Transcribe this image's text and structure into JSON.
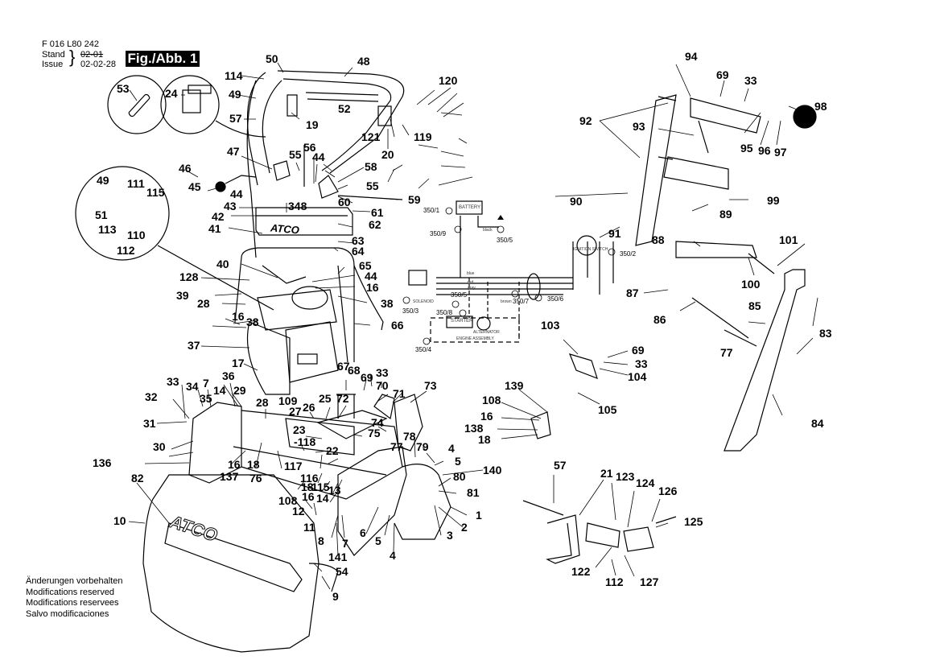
{
  "header": {
    "doc_number": "F 016 L80 242",
    "stand_label": "Stand",
    "issue_label": "Issue",
    "old_date": "02-01",
    "issue_date": "02-02-28",
    "figure_label": "Fig./Abb. 1"
  },
  "footer": {
    "lines": [
      "Änderungen vorbehalten",
      "Modifications reserved",
      "Modifications reservees",
      "Salvo modificaciones"
    ]
  },
  "brand": "ATCO",
  "wiring": {
    "battery": "BATTERY",
    "starter": "STARTER",
    "alternator": "ALTERNATOR",
    "engine_assembly": "ENGINE ASSEMBLY",
    "solenoid": "SOLENOID",
    "ignition_switch": "IGNITION SWITCH",
    "wires": [
      "black",
      "blue",
      "red",
      "gray",
      "black",
      "red",
      "brown",
      "black"
    ],
    "refs": [
      "350/1",
      "350/9",
      "350/5",
      "350/2",
      "350/3",
      "350/5",
      "350/8",
      "350/7",
      "350/6",
      "350/4"
    ]
  },
  "labels": [
    {
      "id": "50",
      "t": "50"
    },
    {
      "id": "48",
      "t": "48"
    },
    {
      "id": "114",
      "t": "114"
    },
    {
      "id": "49a",
      "t": "49"
    },
    {
      "id": "52",
      "t": "52"
    },
    {
      "id": "57a",
      "t": "57"
    },
    {
      "id": "19",
      "t": "19"
    },
    {
      "id": "120",
      "t": "120"
    },
    {
      "id": "121",
      "t": "121"
    },
    {
      "id": "119",
      "t": "119"
    },
    {
      "id": "20",
      "t": "20"
    },
    {
      "id": "53",
      "t": "53"
    },
    {
      "id": "24",
      "t": "24"
    },
    {
      "id": "47",
      "t": "47"
    },
    {
      "id": "56",
      "t": "56"
    },
    {
      "id": "55a",
      "t": "55"
    },
    {
      "id": "44a",
      "t": "44"
    },
    {
      "id": "58",
      "t": "58"
    },
    {
      "id": "46",
      "t": "46"
    },
    {
      "id": "45",
      "t": "45"
    },
    {
      "id": "44b",
      "t": "44"
    },
    {
      "id": "55b",
      "t": "55"
    },
    {
      "id": "60",
      "t": "60"
    },
    {
      "id": "59",
      "t": "59"
    },
    {
      "id": "43",
      "t": "43"
    },
    {
      "id": "348",
      "t": "348"
    },
    {
      "id": "61",
      "t": "61"
    },
    {
      "id": "42",
      "t": "42"
    },
    {
      "id": "62",
      "t": "62"
    },
    {
      "id": "41",
      "t": "41"
    },
    {
      "id": "63",
      "t": "63"
    },
    {
      "id": "64",
      "t": "64"
    },
    {
      "id": "40",
      "t": "40"
    },
    {
      "id": "65",
      "t": "65"
    },
    {
      "id": "44c",
      "t": "44"
    },
    {
      "id": "16a",
      "t": "16"
    },
    {
      "id": "128",
      "t": "128"
    },
    {
      "id": "39",
      "t": "39"
    },
    {
      "id": "38a",
      "t": "38"
    },
    {
      "id": "28a",
      "t": "28"
    },
    {
      "id": "16b",
      "t": "16"
    },
    {
      "id": "38b",
      "t": "38"
    },
    {
      "id": "66",
      "t": "66"
    },
    {
      "id": "37",
      "t": "37"
    },
    {
      "id": "17",
      "t": "17"
    },
    {
      "id": "109",
      "t": "109"
    },
    {
      "id": "67",
      "t": "67"
    },
    {
      "id": "68",
      "t": "68"
    },
    {
      "id": "69a",
      "t": "69"
    },
    {
      "id": "33a",
      "t": "33"
    },
    {
      "id": "70",
      "t": "70"
    },
    {
      "id": "71",
      "t": "71"
    },
    {
      "id": "73",
      "t": "73"
    },
    {
      "id": "72",
      "t": "72"
    },
    {
      "id": "74",
      "t": "74"
    },
    {
      "id": "75",
      "t": "75"
    },
    {
      "id": "25",
      "t": "25"
    },
    {
      "id": "26",
      "t": "26"
    },
    {
      "id": "27",
      "t": "27"
    },
    {
      "id": "28b",
      "t": "28"
    },
    {
      "id": "33b",
      "t": "33"
    },
    {
      "id": "34",
      "t": "34"
    },
    {
      "id": "7a",
      "t": "7"
    },
    {
      "id": "36",
      "t": "36"
    },
    {
      "id": "14a",
      "t": "14"
    },
    {
      "id": "35",
      "t": "35"
    },
    {
      "id": "29",
      "t": "29"
    },
    {
      "id": "32",
      "t": "32"
    },
    {
      "id": "31",
      "t": "31"
    },
    {
      "id": "30",
      "t": "30"
    },
    {
      "id": "23",
      "t": "23"
    },
    {
      "id": "118",
      "t": "-118"
    },
    {
      "id": "22",
      "t": "22"
    },
    {
      "id": "136",
      "t": "136"
    },
    {
      "id": "16c",
      "t": "16"
    },
    {
      "id": "18a",
      "t": "18"
    },
    {
      "id": "76",
      "t": "76"
    },
    {
      "id": "117",
      "t": "117"
    },
    {
      "id": "137",
      "t": "137"
    },
    {
      "id": "116",
      "t": "116"
    },
    {
      "id": "18b",
      "t": "18"
    },
    {
      "id": "115",
      "t": "115"
    },
    {
      "id": "16d",
      "t": "16"
    },
    {
      "id": "14b",
      "t": "14"
    },
    {
      "id": "13",
      "t": "13"
    },
    {
      "id": "108a",
      "t": "108"
    },
    {
      "id": "12",
      "t": "12"
    },
    {
      "id": "11",
      "t": "11"
    },
    {
      "id": "82",
      "t": "82"
    },
    {
      "id": "10",
      "t": "10"
    },
    {
      "id": "8",
      "t": "8"
    },
    {
      "id": "7b",
      "t": "7"
    },
    {
      "id": "141",
      "t": "141"
    },
    {
      "id": "54",
      "t": "54"
    },
    {
      "id": "9",
      "t": "9"
    },
    {
      "id": "77a",
      "t": "77"
    },
    {
      "id": "78",
      "t": "78"
    },
    {
      "id": "79",
      "t": "79"
    },
    {
      "id": "4a",
      "t": "4"
    },
    {
      "id": "5a",
      "t": "5"
    },
    {
      "id": "140",
      "t": "140"
    },
    {
      "id": "80",
      "t": "80"
    },
    {
      "id": "81",
      "t": "81"
    },
    {
      "id": "1",
      "t": "1"
    },
    {
      "id": "2",
      "t": "2"
    },
    {
      "id": "3",
      "t": "3"
    },
    {
      "id": "6",
      "t": "6"
    },
    {
      "id": "5b",
      "t": "5"
    },
    {
      "id": "4b",
      "t": "4"
    },
    {
      "id": "94",
      "t": "94"
    },
    {
      "id": "69b",
      "t": "69"
    },
    {
      "id": "33c",
      "t": "33"
    },
    {
      "id": "98",
      "t": "98"
    },
    {
      "id": "92",
      "t": "92"
    },
    {
      "id": "93",
      "t": "93"
    },
    {
      "id": "95",
      "t": "95"
    },
    {
      "id": "96",
      "t": "96"
    },
    {
      "id": "97",
      "t": "97"
    },
    {
      "id": "90",
      "t": "90"
    },
    {
      "id": "99",
      "t": "99"
    },
    {
      "id": "89",
      "t": "89"
    },
    {
      "id": "91",
      "t": "91"
    },
    {
      "id": "88",
      "t": "88"
    },
    {
      "id": "101",
      "t": "101"
    },
    {
      "id": "100",
      "t": "100"
    },
    {
      "id": "87",
      "t": "87"
    },
    {
      "id": "85",
      "t": "85"
    },
    {
      "id": "86",
      "t": "86"
    },
    {
      "id": "83",
      "t": "83"
    },
    {
      "id": "77b",
      "t": "77"
    },
    {
      "id": "84",
      "t": "84"
    },
    {
      "id": "103",
      "t": "103"
    },
    {
      "id": "69c",
      "t": "69"
    },
    {
      "id": "33d",
      "t": "33"
    },
    {
      "id": "104",
      "t": "104"
    },
    {
      "id": "105",
      "t": "105"
    },
    {
      "id": "139",
      "t": "139"
    },
    {
      "id": "108b",
      "t": "108"
    },
    {
      "id": "16e",
      "t": "16"
    },
    {
      "id": "138",
      "t": "138"
    },
    {
      "id": "18c",
      "t": "18"
    },
    {
      "id": "57b",
      "t": "57"
    },
    {
      "id": "21",
      "t": "21"
    },
    {
      "id": "123",
      "t": "123"
    },
    {
      "id": "124",
      "t": "124"
    },
    {
      "id": "126",
      "t": "126"
    },
    {
      "id": "125",
      "t": "125"
    },
    {
      "id": "122",
      "t": "122"
    },
    {
      "id": "112a",
      "t": "112"
    },
    {
      "id": "127",
      "t": "127"
    },
    {
      "id": "49b",
      "t": "49"
    },
    {
      "id": "111",
      "t": "111"
    },
    {
      "id": "115b",
      "t": "115"
    },
    {
      "id": "51",
      "t": "51"
    },
    {
      "id": "113",
      "t": "113"
    },
    {
      "id": "110",
      "t": "110"
    },
    {
      "id": "112b",
      "t": "112"
    }
  ]
}
